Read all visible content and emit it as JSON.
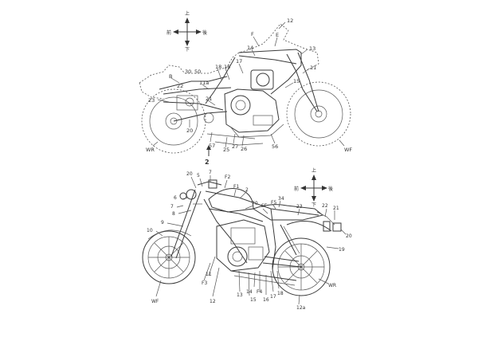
{
  "upper_view": {
    "figure_number": "2",
    "compass": {
      "up": "上",
      "down": "下",
      "left": "前",
      "right": "後"
    },
    "labels": [
      "12",
      "F",
      "E",
      "14",
      "17",
      "13",
      "11",
      "B",
      "18",
      "16",
      "15",
      "30",
      "50",
      "22",
      "11a",
      "23",
      "21",
      "20",
      "57",
      "27",
      "26",
      "25",
      "56",
      "WR",
      "WF"
    ]
  },
  "lower_view": {
    "compass": {
      "up": "上",
      "down": "下",
      "left": "前",
      "right": "後"
    },
    "labels": [
      "20",
      "5",
      "7",
      "F2",
      "F1",
      "2",
      "6",
      "7",
      "8",
      "9",
      "10",
      "70",
      "SF",
      "F5",
      "34",
      "23",
      "22",
      "21",
      "20",
      "19",
      "18",
      "17",
      "16",
      "F4",
      "15",
      "14",
      "13",
      "12",
      "11",
      "F3",
      "12a",
      "WF",
      "WR"
    ]
  }
}
